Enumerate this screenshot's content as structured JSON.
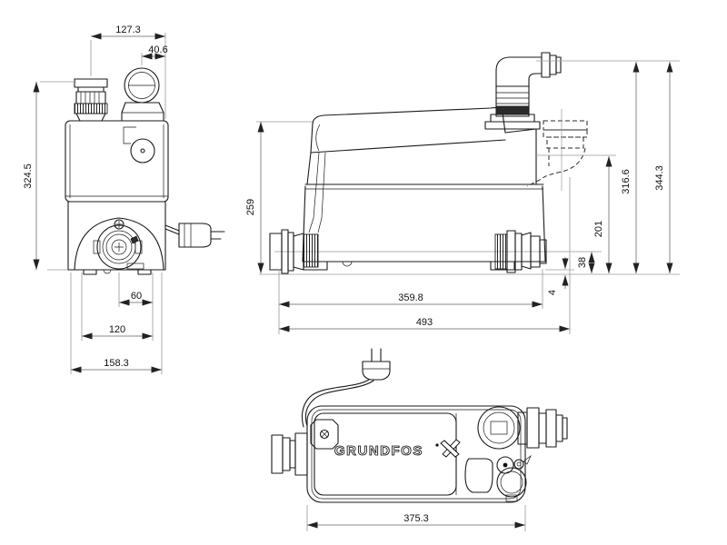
{
  "drawing": {
    "kind": "technical-dimension-drawing",
    "logo_text": "GRUNDFOS",
    "views": {
      "front": {
        "dims": {
          "port_span": "127.3",
          "outlet_port_width": "40.6",
          "height": "324.5",
          "outlet_center_offset": "60",
          "foot_span": "120",
          "base_width": "158.3"
        }
      },
      "side": {
        "dims": {
          "tank_height": "259",
          "discharge_top_height": "316.6",
          "overall_height": "344.3",
          "inlet_center_height": "201",
          "outlet_center_height": "38",
          "foot_height": "4",
          "body_length": "359.8",
          "overall_length": "493"
        }
      },
      "top": {
        "dims": {
          "body_length": "375.3"
        }
      }
    }
  }
}
